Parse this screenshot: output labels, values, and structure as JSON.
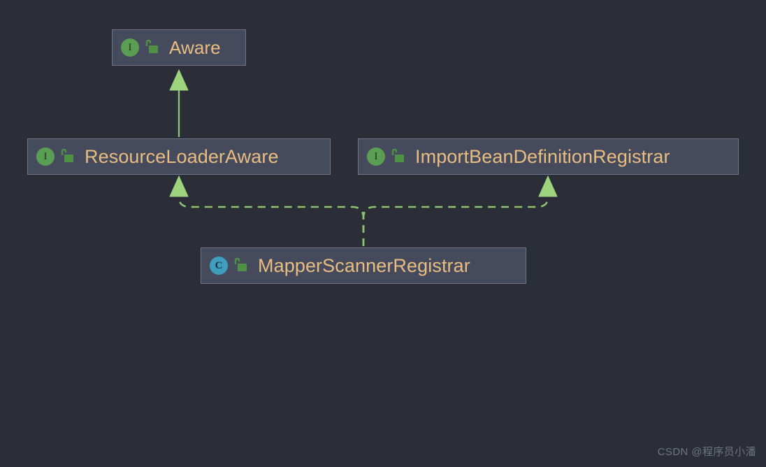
{
  "diagram": {
    "title": "Class hierarchy diagram",
    "background_color": "#2b2d37",
    "node_fill": "#454b5c",
    "node_border": "#6e7488",
    "label_color": "#e9bd81",
    "edge_color": "#8cc474",
    "interface_icon_color": "#5a9e53",
    "class_icon_color": "#3f9dbd",
    "lock_icon_color": "#4f9144",
    "nodes": [
      {
        "id": "aware",
        "label": "Aware",
        "kind": "interface",
        "type_glyph": "I",
        "visibility_icon": "unlocked-padlock-icon"
      },
      {
        "id": "resource_loader_aware",
        "label": "ResourceLoaderAware",
        "kind": "interface",
        "type_glyph": "I",
        "visibility_icon": "unlocked-padlock-icon"
      },
      {
        "id": "import_bean_definition_registrar",
        "label": "ImportBeanDefinitionRegistrar",
        "kind": "interface",
        "type_glyph": "I",
        "visibility_icon": "unlocked-padlock-icon"
      },
      {
        "id": "mapper_scanner_registrar",
        "label": "MapperScannerRegistrar",
        "kind": "class",
        "type_glyph": "C",
        "visibility_icon": "unlocked-padlock-icon"
      }
    ],
    "edges": [
      {
        "id": "edge-extends-aware",
        "from": "resource_loader_aware",
        "to": "aware",
        "style": "solid",
        "arrow": "closed-triangle",
        "relation": "extends"
      },
      {
        "id": "edge-implements-resourceloaderaware",
        "from": "mapper_scanner_registrar",
        "to": "resource_loader_aware",
        "style": "dashed",
        "arrow": "closed-triangle",
        "relation": "implements"
      },
      {
        "id": "edge-implements-importbeandefinitionregistrar",
        "from": "mapper_scanner_registrar",
        "to": "import_bean_definition_registrar",
        "style": "dashed",
        "arrow": "closed-triangle",
        "relation": "implements"
      }
    ]
  },
  "watermark": {
    "text": "CSDN @程序员小潘"
  }
}
